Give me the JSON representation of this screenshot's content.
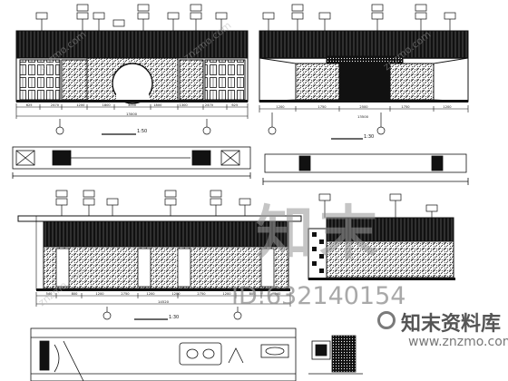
{
  "scales": {
    "a": "1:50",
    "b": "1:30"
  },
  "dimension_labels": {
    "top_left": [
      "625",
      "2470",
      "1200",
      "1800",
      "3000",
      "1800",
      "1300",
      "2470",
      "625"
    ],
    "top_left_total": "13000",
    "top_right": [
      "1200",
      "1750",
      "2500",
      "1750",
      "1200"
    ],
    "top_right_total": "13500",
    "bottom_left": [
      "540",
      "800",
      "1200",
      "2750",
      "1200",
      "1200",
      "2750",
      "1200",
      "800",
      "540"
    ],
    "bottom_left_total": "14520"
  },
  "watermark": {
    "big": "知末",
    "id_text": "ID:632140154",
    "brand_cn": "知末资料库",
    "brand_url": "www.znzmo.com",
    "diagonal": "znzmo.com"
  }
}
